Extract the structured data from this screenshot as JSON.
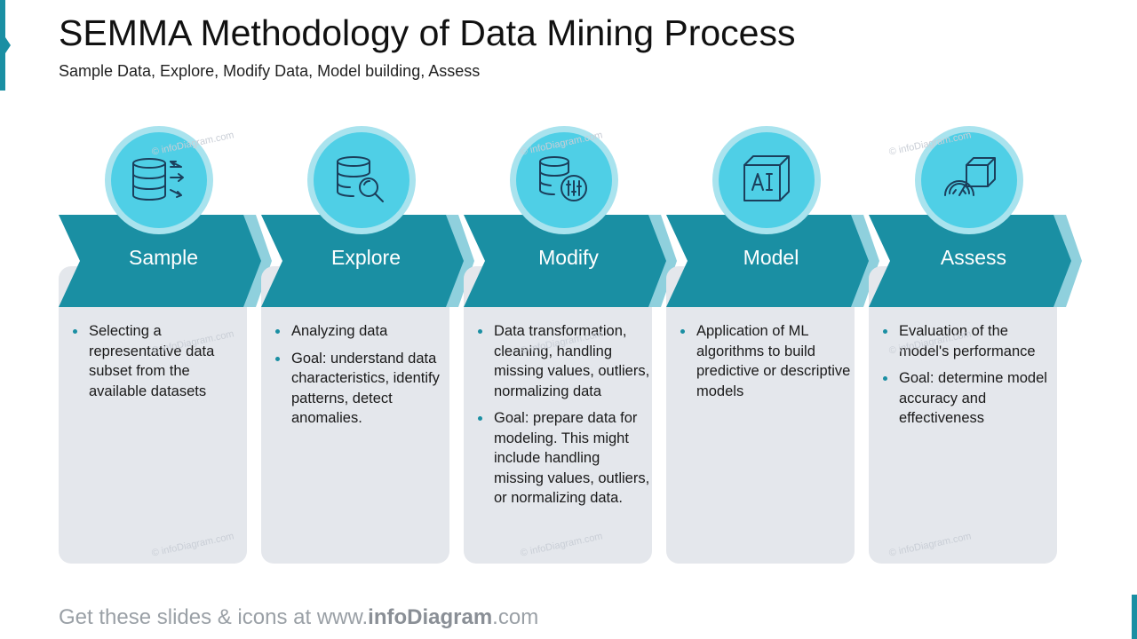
{
  "header": {
    "title": "SEMMA Methodology of Data Mining Process",
    "subtitle": "Sample Data, Explore, Modify Data, Model building, Assess"
  },
  "colors": {
    "accent": "#1a8fa3",
    "chevron": "#1a8fa3",
    "chevron_shadow": "#8fd0dd",
    "circle_inner": "#4fcfe6",
    "circle_outer": "#a9e3ee",
    "card": "#e4e7ec"
  },
  "steps": [
    {
      "label": "Sample",
      "icon": "database-arrows-icon",
      "bullets": [
        "Selecting a representative data subset from the available datasets"
      ]
    },
    {
      "label": "Explore",
      "icon": "database-search-icon",
      "bullets": [
        "Analyzing data",
        "Goal: understand data characteristics, identify patterns, detect anomalies."
      ]
    },
    {
      "label": "Modify",
      "icon": "database-settings-icon",
      "bullets": [
        "Data transformation, cleaning, handling missing values, outliers, normalizing data",
        "Goal: prepare data for modeling. This might include handling missing values, outliers, or normalizing data."
      ]
    },
    {
      "label": "Model",
      "icon": "ai-cube-icon",
      "bullets": [
        "Application of ML algorithms to build predictive or descriptive models"
      ]
    },
    {
      "label": "Assess",
      "icon": "gauge-cube-icon",
      "bullets": [
        "Evaluation of the model's performance",
        "Goal: determine model accuracy and effectiveness"
      ]
    }
  ],
  "watermark": "© infoDiagram.com",
  "footer": {
    "prefix": "Get these slides & icons at www.",
    "brand": "infoDiagram",
    "suffix": ".com"
  }
}
